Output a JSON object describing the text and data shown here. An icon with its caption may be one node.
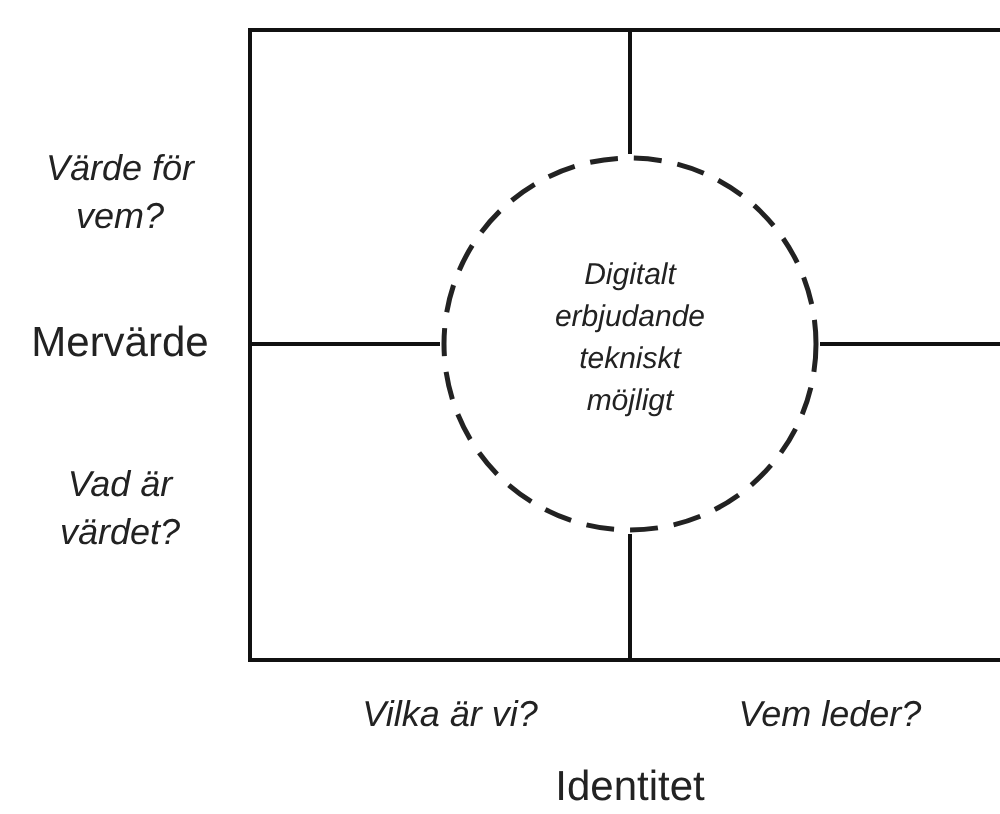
{
  "diagram": {
    "nodes": [
      {
        "text": [
          "Digitalt erbjudande tekniskt möjligt"
        ]
      }
    ],
    "labels": [
      "Värde för vem?",
      "Mervärde",
      "Vad är värdet?",
      "Vilka är vi?",
      "Vem leder?",
      "Identitet"
    ]
  }
}
